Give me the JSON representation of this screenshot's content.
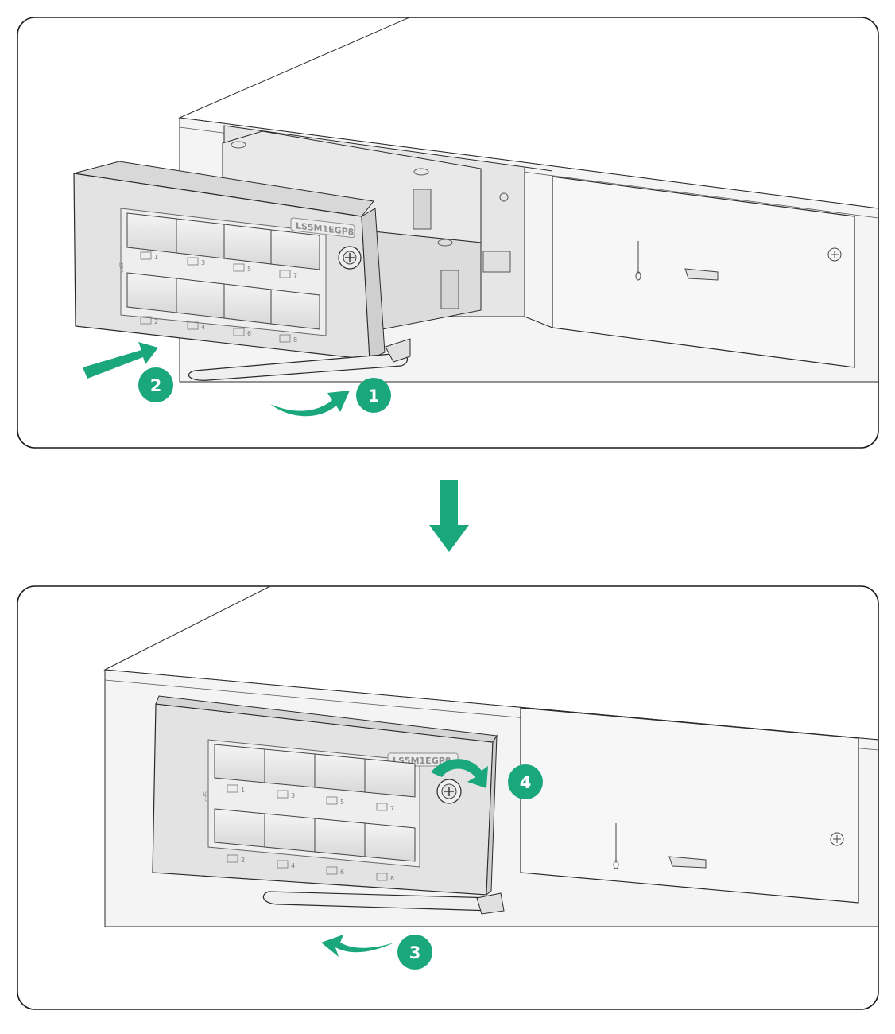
{
  "diagram": {
    "accent_color": "#1aa77c",
    "steps": [
      {
        "number": "1",
        "action": "open-ejector-lever"
      },
      {
        "number": "2",
        "action": "push-module-in"
      },
      {
        "number": "3",
        "action": "close-ejector-lever"
      },
      {
        "number": "4",
        "action": "fasten-captive-screw"
      }
    ],
    "module": {
      "model": "LS5M1EGP8",
      "side_label": "SFP",
      "ports_top": [
        "1",
        "3",
        "5",
        "7"
      ],
      "ports_bottom": [
        "2",
        "4",
        "6",
        "8"
      ]
    }
  }
}
